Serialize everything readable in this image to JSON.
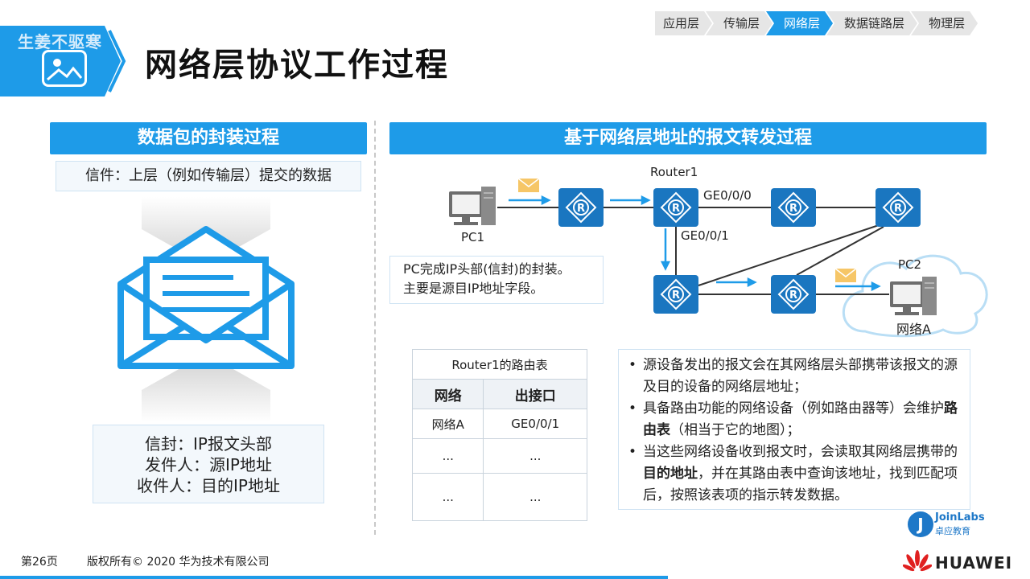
{
  "header": {
    "title": "网络层协议工作过程",
    "watermark": "生姜不驱寒",
    "nav": [
      "应用层",
      "传输层",
      "网络层",
      "数据链路层",
      "物理层"
    ],
    "nav_active_index": 2,
    "accent_color": "#1e9be8"
  },
  "left": {
    "section_title": "数据包的封装过程",
    "letter_label": "信件：上层（例如传输层）提交的数据",
    "envelope_lines": [
      "信封：IP报文头部",
      "发件人：源IP地址",
      "收件人：目的IP地址"
    ]
  },
  "right": {
    "section_title": "基于网络层地址的报文转发过程",
    "labels": {
      "router1": "Router1",
      "pc1": "PC1",
      "pc2": "PC2",
      "ge000": "GE0/0/0",
      "ge001": "GE0/0/1",
      "network_a": "网络A"
    },
    "router_glyph": "R",
    "callout_lines": [
      "PC完成IP头部(信封)的封装。",
      "主要是源目IP地址字段。"
    ],
    "route_table": {
      "title": "Router1的路由表",
      "headers": [
        "网络",
        "出接口"
      ],
      "rows": [
        [
          "网络A",
          "GE0/0/1"
        ],
        [
          "...",
          "..."
        ],
        [
          "...",
          "..."
        ]
      ]
    },
    "bullets": [
      {
        "parts": [
          {
            "t": "源设备发出的报文会在其网络层头部携带该报文的源及目的设备的网络层地址；",
            "bold": false
          }
        ]
      },
      {
        "parts": [
          {
            "t": "具备路由功能的网络设备（例如路由器等）会维护",
            "bold": false
          },
          {
            "t": "路由表",
            "bold": true
          },
          {
            "t": "（相当于它的地图）；",
            "bold": false
          }
        ]
      },
      {
        "parts": [
          {
            "t": "当这些网络设备收到报文时，会读取其网络层携带的",
            "bold": false
          },
          {
            "t": "目的地址",
            "bold": true
          },
          {
            "t": "，并在其路由表中查询该地址，找到匹配项后，按照该表项的指示转发数据。",
            "bold": false
          }
        ]
      }
    ]
  },
  "joinlabs": {
    "name": "JoinLabs",
    "sub": "卓应教育"
  },
  "footer": {
    "page": "第26页",
    "copyright": "版权所有© 2020 华为技术有限公司",
    "brand": "HUAWEI",
    "brand_color": "#e02020"
  }
}
